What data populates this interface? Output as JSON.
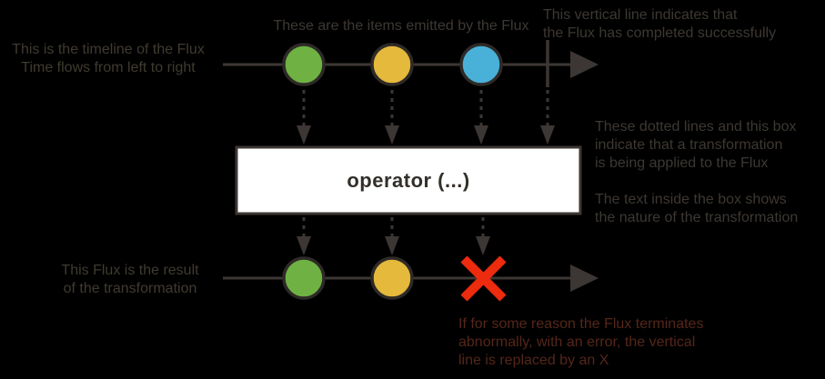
{
  "diagram": {
    "annotations": {
      "timeline": "This is the timeline of the Flux\nTime flows from left to right",
      "items": "These are the items emitted by the Flux",
      "complete": "This vertical line indicates that\nthe Flux has completed successfully",
      "transform": "These dotted lines and this box\nindicate that a transformation\nis being applied to the Flux\n\nThe text inside the box shows\nthe nature of the transformation",
      "result": "This Flux is the result\nof the transformation",
      "error": "If for some reason the Flux terminates\nabnormally, with an error, the vertical\nline is replaced by an X"
    },
    "operator_label": "operator (...)",
    "colors": {
      "background": "#000000",
      "line": "#3c3734",
      "circle_outline": "#2e2a27",
      "item_green": "#6fb243",
      "item_yellow": "#e5b93c",
      "item_blue": "#49b1d8",
      "error_red": "#ec2b0f",
      "box_fill": "#ffffff",
      "operator_text": "#332f2b",
      "annotation_gray": "#3d3833",
      "annotation_olive": "#403b2f",
      "annotation_error": "#55261a"
    }
  }
}
